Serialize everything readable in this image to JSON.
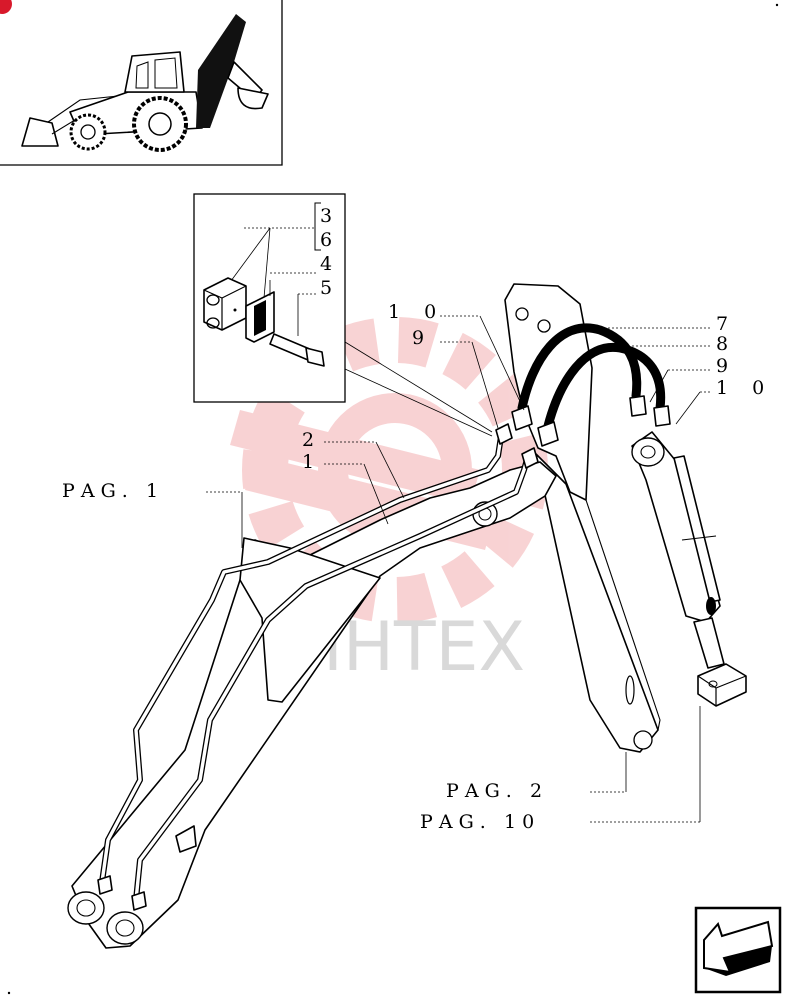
{
  "callouts": {
    "c36_top": "3",
    "c36_bottom": "6",
    "c4": "4",
    "c5": "5",
    "c10_left": "1 0",
    "c9_left": "9",
    "c7": "7",
    "c8": "8",
    "c9_right": "9",
    "c10_right": "1 0",
    "c2": "2",
    "c1": "1"
  },
  "page_refs": {
    "pag1": "P A G .   1",
    "pag2": "P A G .   2",
    "pag10": "P A G .   1 0"
  },
  "watermark": {
    "text": "ИНТЕХ",
    "color": "#f3aeb0"
  },
  "colors": {
    "corner_badge": "#d8192b"
  },
  "icons": {
    "nav_arrow": "arrow-next-icon"
  }
}
